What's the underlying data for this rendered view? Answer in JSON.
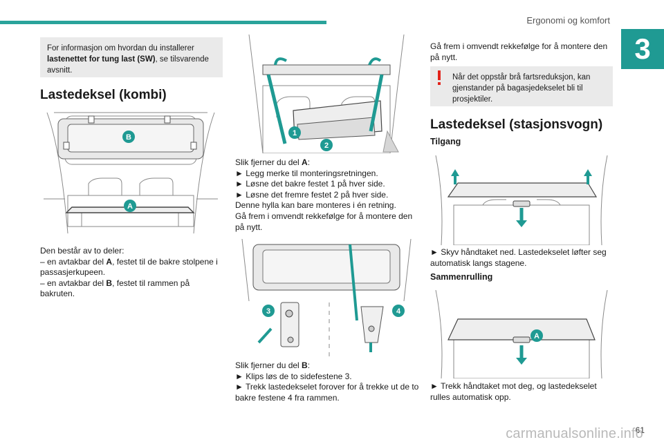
{
  "header": {
    "title": "Ergonomi og komfort",
    "chapter": "3",
    "page": "61"
  },
  "col1": {
    "info": {
      "before": "For informasjon om hvordan du installerer ",
      "bold": "lastenettet for tung last (SW)",
      "after": ", se tilsvarende avsnitt."
    },
    "heading": "Lastedeksel (kombi)",
    "fig_labels": {
      "b": "B",
      "a": "A"
    },
    "intro": "Den består av to deler:",
    "items": [
      {
        "prefix": "– en avtakbar del ",
        "bold": "A",
        "suffix": ", festet til de bakre stolpene i passasjerkupeen."
      },
      {
        "prefix": "– en avtakbar del ",
        "bold": "B",
        "suffix": ", festet til rammen på bakruten."
      }
    ]
  },
  "col2": {
    "fig1_labels": {
      "one": "1",
      "two": "2"
    },
    "remove_a_intro": "Slik fjerner du del ",
    "remove_a_bold": "A",
    "steps_a": [
      "► Legg merke til monteringsretningen.",
      "► Løsne det bakre festet 1 på hver side.",
      "► Løsne det fremre festet 2 på hver side."
    ],
    "note1": "Denne hylla kan bare monteres i én retning.",
    "note2": "Gå frem i omvendt rekkefølge for å montere den på nytt.",
    "fig2_labels": {
      "three": "3",
      "four": "4"
    },
    "remove_b_intro": "Slik fjerner du del ",
    "remove_b_bold": "B",
    "steps_b": [
      "► Klips løs de to sidefestene 3.",
      "► Trekk lastedekselet forover for å trekke ut de to bakre festene 4 fra rammen."
    ]
  },
  "col3": {
    "intro": "Gå frem i omvendt rekkefølge for å montere den på nytt.",
    "warning": "Når det oppstår brå fartsreduksjon, kan gjenstander på bagasjedekselet bli til prosjektiler.",
    "heading": "Lastedeksel (stasjonsvogn)",
    "sub1": "Tilgang",
    "text1": "► Skyv håndtaket ned. Lastedekselet løfter seg automatisk langs stagene.",
    "sub2": "Sammenrulling",
    "fig_label_a": "A",
    "text2": "► Trekk håndtaket mot deg, og lastedekselet rulles automatisk opp."
  },
  "footer": {
    "watermark": "carmanualsonline.info"
  },
  "colors": {
    "accent": "#2aa39b",
    "badge": "#1f9a93",
    "warning": "#e2231a",
    "info_bg": "#eaeaea"
  }
}
